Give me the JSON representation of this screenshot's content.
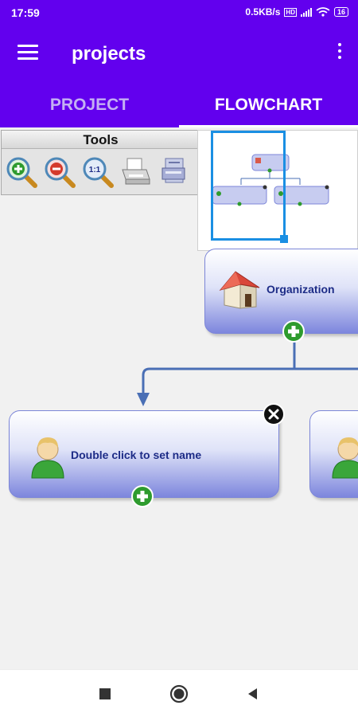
{
  "status": {
    "time": "17:59",
    "speed": "0.5KB/s",
    "hd": "HD",
    "battery": "16"
  },
  "appbar": {
    "title": "projects",
    "menu_icon": "hamburger-menu-icon",
    "overflow_icon": "more-vert-icon"
  },
  "tabs": [
    {
      "label": "PROJECT",
      "selected": false
    },
    {
      "label": "FLOWCHART",
      "selected": true
    }
  ],
  "tools": {
    "title": "Tools",
    "items": [
      {
        "icon": "zoom-in-icon",
        "text": ""
      },
      {
        "icon": "zoom-out-icon",
        "text": ""
      },
      {
        "icon": "zoom-actual-size-icon",
        "text": "1:1"
      },
      {
        "icon": "printer-icon",
        "text": ""
      },
      {
        "icon": "print-preview-icon",
        "text": ""
      }
    ]
  },
  "nodes": {
    "organization": {
      "label": "Organization",
      "icon": "house-icon"
    },
    "child": {
      "label": "Double click to set name",
      "icon": "user-icon"
    },
    "right": {
      "label": "",
      "icon": "user-icon"
    }
  },
  "colors": {
    "primary": "#6200ee",
    "tab_inactive": "#c4b0f3",
    "node_text": "#1d2c87",
    "connector": "#4a6fb5",
    "add_green": "#2e9b2e",
    "minimap_viewport": "#1a8fe3"
  },
  "navbar": {
    "recents_icon": "square-recents-icon",
    "home_icon": "circle-home-icon",
    "back_icon": "triangle-back-icon"
  }
}
